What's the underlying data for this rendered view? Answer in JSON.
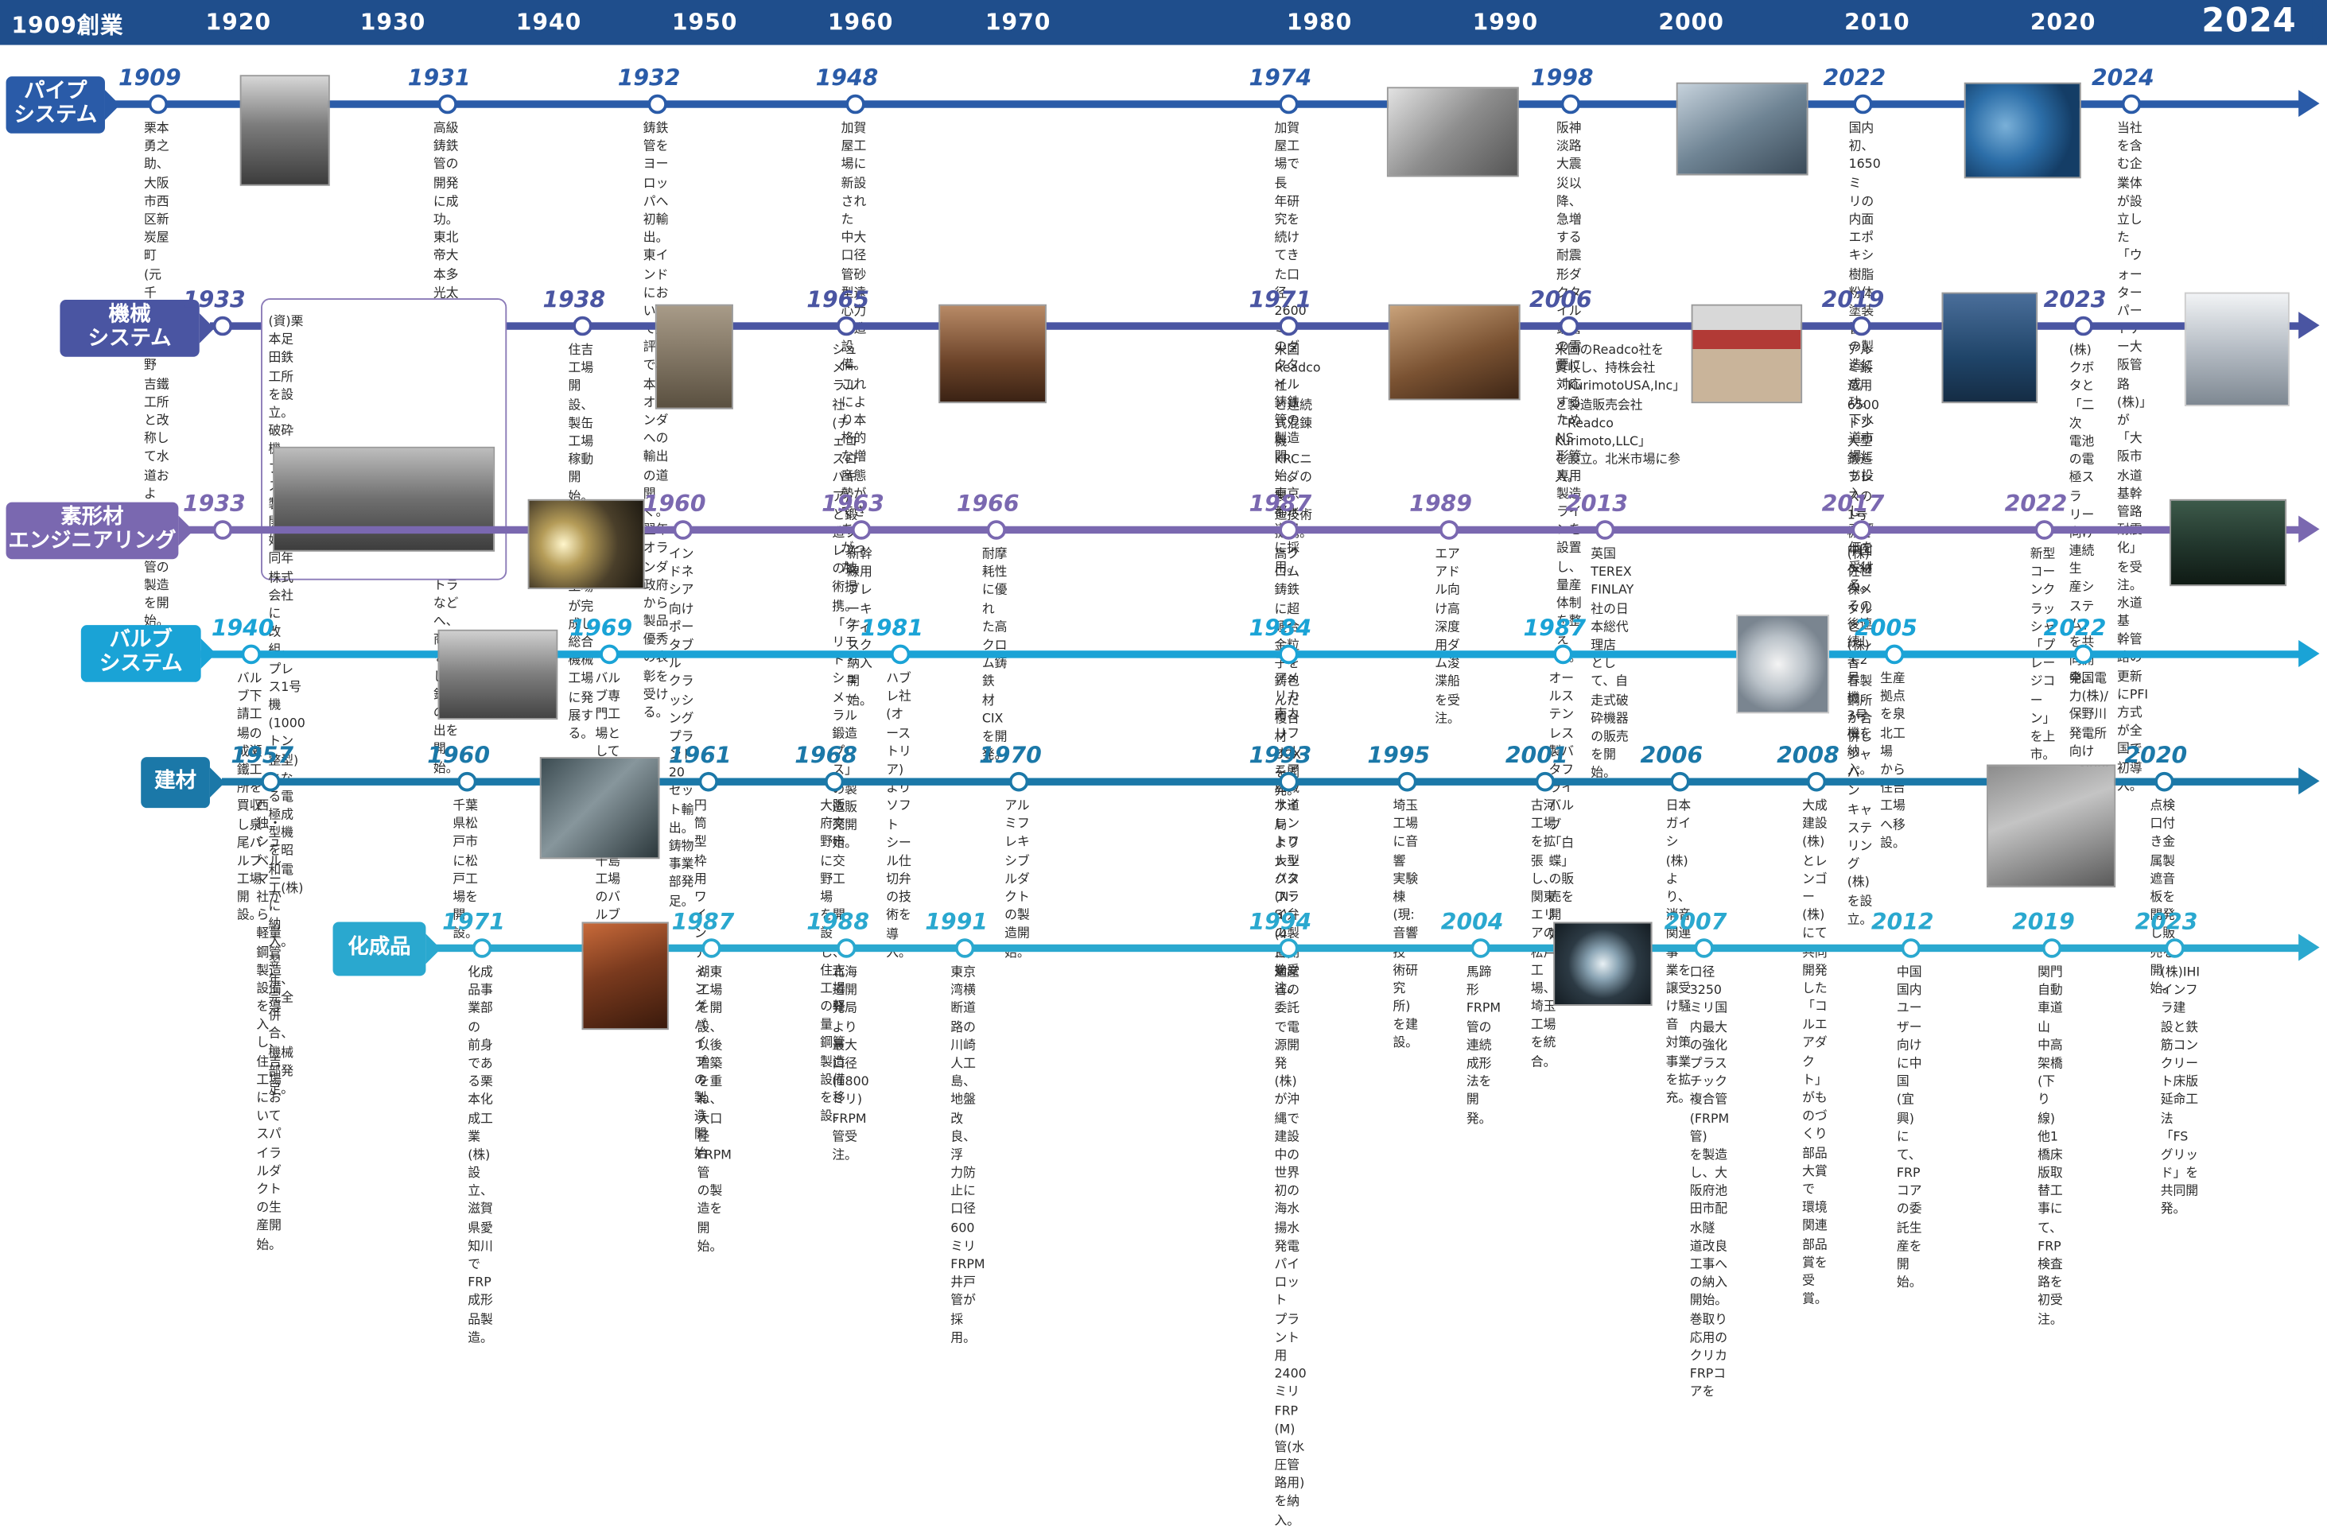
{
  "colors": {
    "header": "#1f4e8c",
    "pipe": "#2a5ba8",
    "machine": "#4a55a2",
    "material": "#7a68b0",
    "valve": "#1aa3d6",
    "building": "#1b78a8",
    "chemical": "#2aa8cf"
  },
  "header": {
    "decades": [
      "1909創業",
      "1920",
      "1930",
      "1940",
      "1950",
      "1960",
      "1970",
      "1980",
      "1990",
      "2000",
      "2010",
      "2020",
      "2024"
    ]
  },
  "rows": [
    {
      "label": "パイプ\nシステム",
      "events": [
        {
          "year": "1909",
          "text": "栗本勇之助、\n大阪市西区新\n炭屋町(元千\n島工場)で紀野\n吉鐵工所と改称して水道およ\nびガス用鋳鉄管の製造を開始。"
        },
        {
          "year": "1931",
          "text": "高級鋳鉄管の開発に成\n功。東北帝大本多光太郎\n教授と共同で品質改良に\n成功。東インド・ジャワ・\nスマトラなどへ、商社を通\nじ鋳鉄管の輸出を開始。"
        },
        {
          "year": "1932",
          "text": "鋳鉄管をヨーロッパへ\n初輸出。東インドにおい\nて好評で、本国オランダ\nへの輸出の道開く。翌年\nオランダ政府から製品\n優秀の表彰を受ける。"
        },
        {
          "year": "1948",
          "text": "加賀屋工場に新設された\n中大口径管砂型遠心力\n鋳造設備。これにより本\n格的な増産態勢ができあ\nがった。"
        },
        {
          "year": "1974",
          "text": "加賀屋工場で長\n年研究を続けてき\nた口径2600ミリ\nのダクタイル鋳鉄管の製造開始。\n東京都水道局に採用。"
        },
        {
          "year": "1998",
          "text": "阪神淡路大震災以\n降、急増する耐震\n形ダクタイル鉄管\nの需要に対応するためNS形管専用製造\nラインを設置し、量産体制を整える。"
        },
        {
          "year": "2022",
          "text": "国内初、1650ミ\nリの内面エポキシ\n樹脂粉体塗装管\nの製造に成功。下水道市場にも投入し、\n高評価を受ける。"
        },
        {
          "year": "2024",
          "text": "当社を含む企業体が設立した\n「ウォーターパートナー大阪管\n路(株)」が「大阪市水道基幹\n管路耐震化」を受注。水道基\n幹管路の更新にPFI方式が全\n国で初導入。"
        }
      ]
    },
    {
      "label": "機械\nシステム",
      "events": [
        {
          "year": "1933",
          "text": "(資)栗本足田鉄工所を設立。破砕機、\nプレスの製作開始、同年株式会社に\n改組。プレス1号機(1000トン整型)\nとなる電極成型機を昭和電工(株)に\n納入。翌年、完全併合、機械部発足。"
        },
        {
          "year": "1938",
          "text": "住吉工場開\n設、製缶工場\n稼動開始。\n翌々年、住吉機械工場が完成し\n総合機械工場に発展する。"
        },
        {
          "year": "1965",
          "text": "シュメーラル社\n(チェコスロバキ\nア)と鍛造プレス\nの技術提携。「クリモト・シュメーラル\n鍛造プレス」の製造販売開始。"
        },
        {
          "year": "1971",
          "text": "米国Readco社\nと連続式混錬機\nKRCニーダの製\n造技術提携。"
        },
        {
          "year": "2006",
          "text": "米国のReadco社を\n買収し、持株会社\n「KurimotoUSA,Inc」\nと製造販売会社「Readco Kurimoto,LLC」\nを設立。北米市場に参入。"
        },
        {
          "year": "2019",
          "text": "アルミ鍛造用\n6500トン大型\n鍛造プレスの\n1号機を中国へ納入。その後連\n続して2号機、3号機を納入。"
        },
        {
          "year": "2023",
          "text": "(株)クボタと「二次\n電池の電極スラ\nリー向け連続生\n産システム」を共同開発。"
        }
      ]
    },
    {
      "label": "素形材\nエンジニアリング",
      "events": [
        {
          "year": "1933",
          "text": ""
        },
        {
          "year": "1960",
          "text": "インドネシア向けポータブル\nクラッシングプラント20セッ\nト輸出。鋳物事業部発足。"
        },
        {
          "year": "1963",
          "text": "新幹線用ブレーキ\nディスク納入開始。"
        },
        {
          "year": "1966",
          "text": "耐摩耗性に優れ\nた高クロム鋳鉄\n材CIXを開発。"
        },
        {
          "year": "1987",
          "text": "高クロム鋳鉄に超硬合\n金粒子を鋳包んだ複合\n材UCXを開発。"
        },
        {
          "year": "1989",
          "text": "エアアドル向け高深度\n用ダム浚渫船を受注。"
        },
        {
          "year": "2013",
          "text": "英国TEREX FINLAY社の日本総代理店\nとして、自走式破砕機器の販売を開始。"
        },
        {
          "year": "2017",
          "text": "(株)佐世保メタルと(株)香\n春製鋼所が合併しジャパン\nキャステリング(株)を設立。"
        },
        {
          "year": "2022",
          "text": "新型コーンクラッシャ\n「プレージコーン」を上市。"
        }
      ]
    },
    {
      "label": "バルブ\nシステム",
      "events": [
        {
          "year": "1940",
          "text": "バルブ下請工場の成瀬鐵工所を\n買収し泉尾バルブ工場開設。"
        },
        {
          "year": "1969",
          "text": "バルブ専門工場として泉北工場を新設し、\n千島工場のバルブ設備を移設。"
        },
        {
          "year": "1981",
          "text": "ハブレ社(オーストリア)よりソフト\nシール仕切弁の技術を導入。"
        },
        {
          "year": "1984",
          "text": "アメリカ南カリフォルニア広域水道局\nより大型バタフライ弁(4台)を受注。"
        },
        {
          "year": "1987",
          "text": "オールステンレス製バタフライ\nバルブ「白蝶」の販売を開始。"
        },
        {
          "year": "2005",
          "text": "生産拠点を泉北工場\nから住吉工場へ移設。"
        },
        {
          "year": "2022",
          "text": "中国電力(株)/保野川発電所向け\nφ4000大型特殊鉄管弁(2台)を受注。"
        }
      ]
    },
    {
      "label": "建材",
      "events": [
        {
          "year": "1957",
          "text": "西独・シュベルマー社から\n軽量鋼管製造設備を導入\nし、住吉工場においてスパ\nイラルダクトの生産開始。"
        },
        {
          "year": "1960",
          "text": "千葉県松戸市\nに松戸工場を\n開設。"
        },
        {
          "year": "1961",
          "text": "円筒型枠用ワイ\nンディングパイ\nプの製造開始"
        },
        {
          "year": "1968",
          "text": "大阪府交野市に交野工場\nを開設し、住吉工場の軽量\n鋼管製造設備を移設。"
        },
        {
          "year": "1970",
          "text": "アルミフレキ\nシブルダクト\nの製造開始。"
        },
        {
          "year": "1993",
          "text": "サイレントフ\nレックス(N･S)\nの製造開始。"
        },
        {
          "year": "1995",
          "text": "埼玉工場に音響\n実験棟(現:音響技\n術研究所)を建設。"
        },
        {
          "year": "2001",
          "text": "古河工場を拡張\nし、関東エリアの\n松戸工場、埼玉\n工場を統合。"
        },
        {
          "year": "2006",
          "text": "日本ガイシ(株)\nより、消音関連事\n業を譲受け騒音\n対策事業を拡充。"
        },
        {
          "year": "2008",
          "text": "大成建設(株)とレンゴー(株)\nにて共同開発した「コルエアダ\nクト」がものづくり部品大賞で\n環境関連部品賞を受賞。"
        },
        {
          "year": "2020",
          "text": "点検口付き金属製遮音\n板を開発し販売を開始。"
        }
      ]
    },
    {
      "label": "化成品",
      "events": [
        {
          "year": "1971",
          "text": "化成品事業部の\n前身である栗本化\n成工業(株)設立、\n滋賀県愛知川でFRP成形品製造。"
        },
        {
          "year": "1987",
          "text": "湖東工場を開設、\n以後増築を重ね、\n大口径FRPM管\nの製造を開始。"
        },
        {
          "year": "1988",
          "text": "北海道開発局\nより最大口径\n(1800ミリ)\nFRPM管受注。"
        },
        {
          "year": "1991",
          "text": "東京湾横断道路の川崎\n人工島、地盤改良、浮\n力防止に口径600ミリ\nFRPM井戸管が採用。"
        },
        {
          "year": "1994",
          "text": "通産省の委託で電源開発\n(株)が沖縄で建設中の世界\n初の海水揚水発電パイロット\nプラント用2400ミリFRP\n(M)管(水圧管路用)を納入。"
        },
        {
          "year": "2004",
          "text": "馬蹄形FRPM\n管の連続成形\n法を開発。"
        },
        {
          "year": "2007",
          "text": "口径3250ミリ国内最大の強化\nプラスチック複合管(FRPM管)\nを製造し、大阪府池田市配水隧\n道改良工事への納入開始。\n巻取り応用のクリカFRPコアを"
        },
        {
          "year": "2012",
          "text": "中国国内ユーザー\n向けに中国(宜興)\nにて、FRPコアの委\n託生産を開始。"
        },
        {
          "year": "2019",
          "text": "関門自動車道 山\n中高架橋(下り\n線)他1橋床版取\n替工事にて、FRP\n検査路を初受注。"
        },
        {
          "year": "2023",
          "text": "(株)IHIインフラ建\n設と鉄筋コンクリー\nト床版延命工法「FS\nグリッド」を共同開発。"
        }
      ]
    }
  ]
}
